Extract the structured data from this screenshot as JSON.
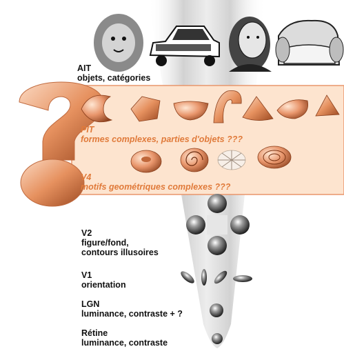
{
  "colors": {
    "band": "#fde4cf",
    "band_border": "#e8956b",
    "orange_text": "#e07a3a",
    "funnel": "#dcdcdc",
    "question_mark": "#f0a67c",
    "black_text": "#111111"
  },
  "stages": [
    {
      "id": "ait",
      "line1": "AIT",
      "line2": "objets, catégories"
    },
    {
      "id": "pit",
      "line1": "PIT",
      "line2": "formes complexes, parties d'objets ???"
    },
    {
      "id": "v4",
      "line1": "V4",
      "line2": "motifs geométriques complexes ???"
    },
    {
      "id": "v2",
      "line1": "V2",
      "line2": "figure/fond,",
      "line3": "contours illusoires"
    },
    {
      "id": "v1",
      "line1": "V1",
      "line2": "orientation"
    },
    {
      "id": "lgn",
      "line1": "LGN",
      "line2": "luminance, contraste + ?"
    },
    {
      "id": "retine",
      "line1": "Rétine",
      "line2": "luminance, contraste"
    }
  ],
  "ait_images": [
    "lion-icon",
    "car-icon",
    "portrait-icon",
    "armchair-icon"
  ],
  "pit_shapes": [
    "torus-segment-icon",
    "polyhedron-icon",
    "bowl-icon",
    "curved-tube-icon",
    "cone-icon",
    "dish-icon",
    "pyramid-icon"
  ],
  "v4_shapes": [
    "donut-icon",
    "spiral-icon",
    "star-burst-icon",
    "concentric-rings-icon"
  ]
}
